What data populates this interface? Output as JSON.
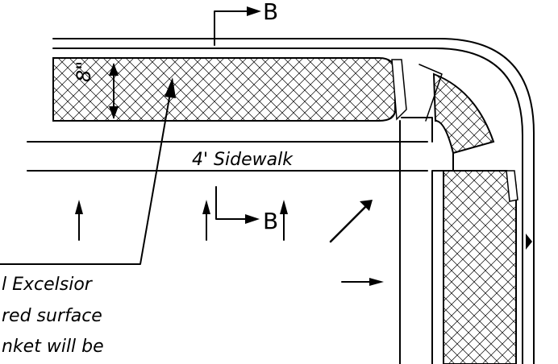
{
  "section_markers": {
    "top": "B",
    "bottom": "B"
  },
  "dimension_label": "8\"",
  "sidewalk_label": "4' Sidewalk",
  "callout_lines": [
    "l Excelsior",
    "red surface",
    "nket will be"
  ],
  "colors": {
    "ink": "#000000",
    "background": "#ffffff"
  },
  "hatch_pattern": "crosshatch"
}
